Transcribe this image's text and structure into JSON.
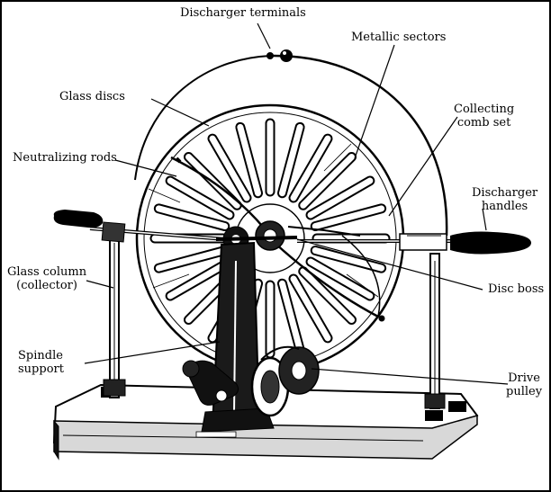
{
  "figure": {
    "labels": {
      "discharger_terminals": "Discharger terminals",
      "metallic_sectors": "Metallic sectors",
      "glass_discs": "Glass discs",
      "collecting_comb_set_1": "Collecting",
      "collecting_comb_set_2": "comb set",
      "neutralizing_rods": "Neutralizing rods",
      "discharger_handles_1": "Discharger",
      "discharger_handles_2": "handles",
      "glass_column_1": "Glass column",
      "glass_column_2": "(collector)",
      "disc_boss": "Disc boss",
      "spindle_support_1": "Spindle",
      "spindle_support_2": "support",
      "drive_pulley_1": "Drive",
      "drive_pulley_2": "pulley"
    },
    "colors": {
      "ink": "#000000",
      "background": "#ffffff"
    }
  }
}
